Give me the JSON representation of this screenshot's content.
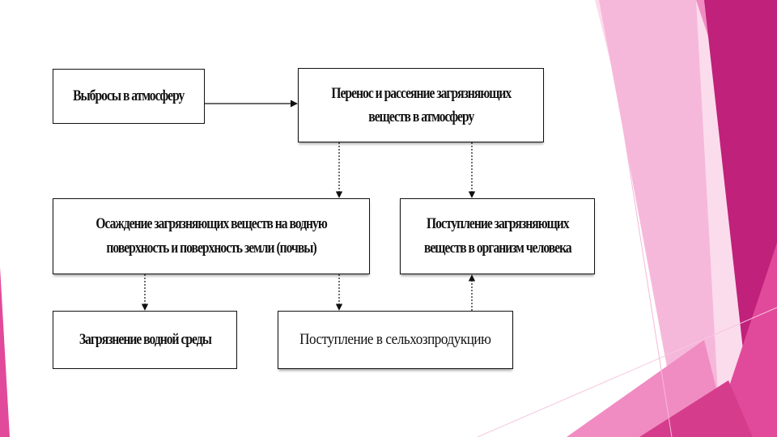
{
  "colors": {
    "magenta_dark": "#c0217a",
    "magenta": "#e14a9a",
    "pink": "#f08cc2",
    "pink_light": "#f6b8da",
    "pink_pale": "#fbdcec",
    "box_border": "#111111"
  },
  "diagram": {
    "nodes": [
      {
        "id": "emissions",
        "label": "Выбросы в атмосферу"
      },
      {
        "id": "transport",
        "label": "Перенос и рассеяние загрязняющих\nвеществ в атмосферу"
      },
      {
        "id": "deposition",
        "label": "Осаждение загрязняющих веществ на водную\nповерхность и поверхность земли (почвы)"
      },
      {
        "id": "organism",
        "label": "Поступление загрязняющих\nвеществ в организм человека"
      },
      {
        "id": "water",
        "label": "Загрязнение водной среды"
      },
      {
        "id": "agri",
        "label": "Поступление в сельхозпродукцию"
      }
    ],
    "edges": [
      {
        "from": "emissions",
        "to": "transport",
        "style": "solid"
      },
      {
        "from": "transport",
        "to": "deposition",
        "style": "dotted"
      },
      {
        "from": "transport",
        "to": "organism",
        "style": "dotted"
      },
      {
        "from": "deposition",
        "to": "water",
        "style": "dotted"
      },
      {
        "from": "deposition",
        "to": "agri",
        "style": "dotted"
      },
      {
        "from": "agri",
        "to": "organism",
        "style": "dotted"
      }
    ]
  }
}
